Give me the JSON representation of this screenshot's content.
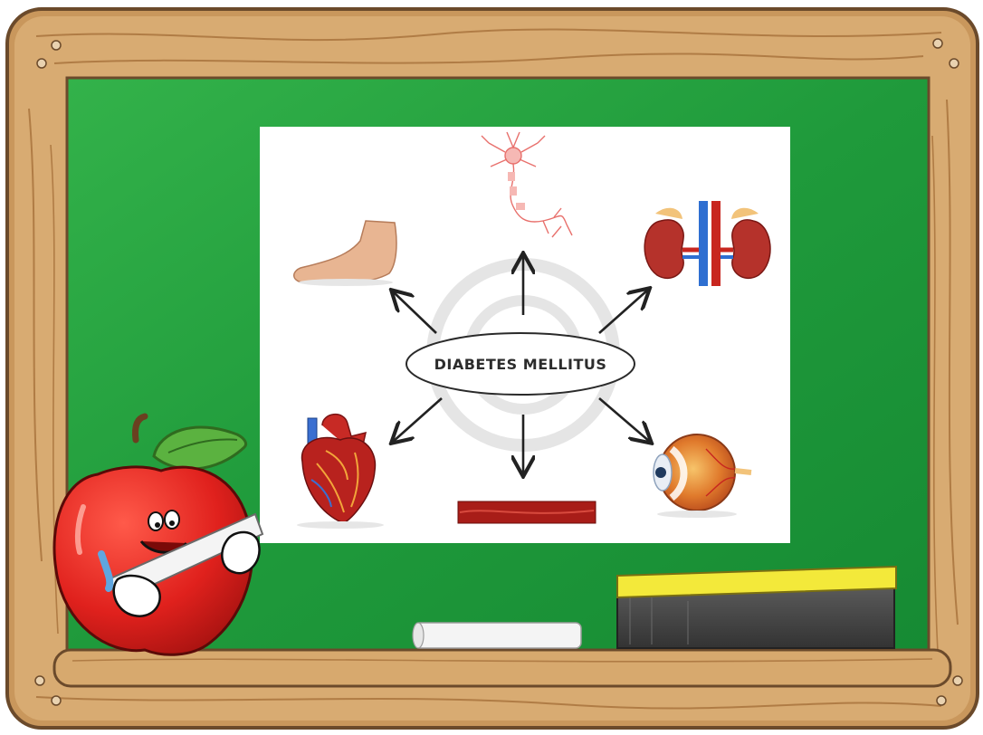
{
  "diagram": {
    "center_label": "DIABETES MELLITUS",
    "bottom_label": "",
    "items": [
      {
        "id": "neuron",
        "icon": "neuron-icon"
      },
      {
        "id": "foot",
        "icon": "foot-icon"
      },
      {
        "id": "kidneys",
        "icon": "kidneys-icon"
      },
      {
        "id": "heart",
        "icon": "heart-icon"
      },
      {
        "id": "blood-vessel",
        "icon": "blood-vessel-icon"
      },
      {
        "id": "eye",
        "icon": "eye-icon"
      }
    ]
  },
  "scene": {
    "frame_color": "#d3a46a",
    "board_color": "#229a3d",
    "apple_color": "#e0211d",
    "eraser_top_color": "#f3e93a",
    "eraser_felt_color": "#4a4a4a"
  }
}
